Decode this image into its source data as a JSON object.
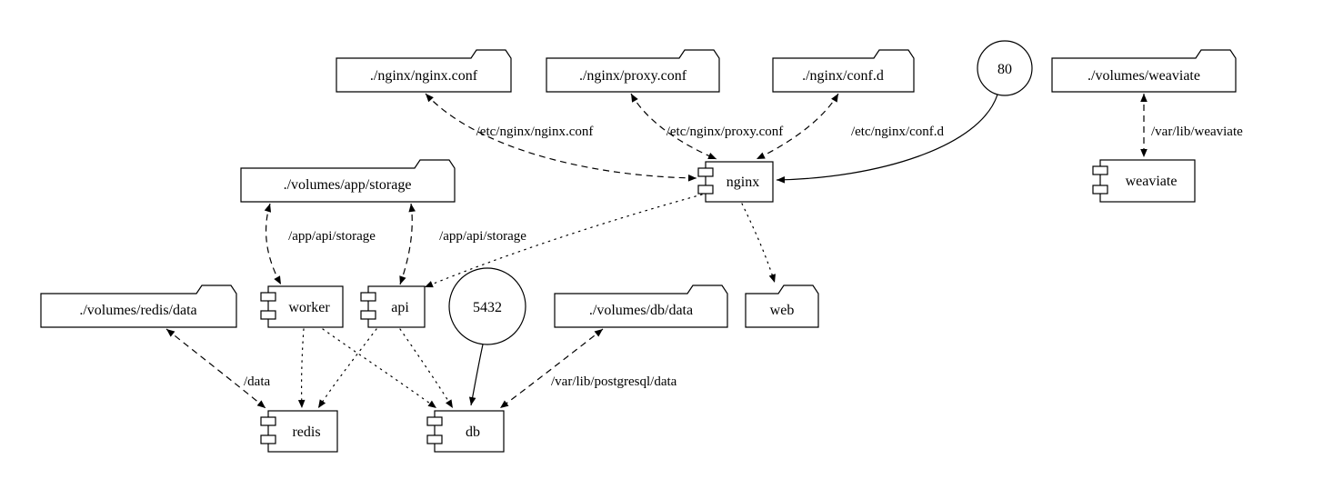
{
  "colors": {
    "stroke": "#000000",
    "background": "#ffffff"
  },
  "diagram": {
    "folders": [
      {
        "id": "nginx-conf",
        "label": "./nginx/nginx.conf"
      },
      {
        "id": "proxy-conf",
        "label": "./nginx/proxy.conf"
      },
      {
        "id": "conf-d",
        "label": "./nginx/conf.d"
      },
      {
        "id": "volumes-weaviate",
        "label": "./volumes/weaviate"
      },
      {
        "id": "volumes-app-storage",
        "label": "./volumes/app/storage"
      },
      {
        "id": "volumes-redis-data",
        "label": "./volumes/redis/data"
      },
      {
        "id": "volumes-db-data",
        "label": "./volumes/db/data"
      },
      {
        "id": "web",
        "label": "web"
      }
    ],
    "components": [
      {
        "id": "nginx",
        "label": "nginx"
      },
      {
        "id": "weaviate",
        "label": "weaviate"
      },
      {
        "id": "worker",
        "label": "worker"
      },
      {
        "id": "api",
        "label": "api"
      },
      {
        "id": "redis",
        "label": "redis"
      },
      {
        "id": "db",
        "label": "db"
      }
    ],
    "ports": [
      {
        "id": "port-80",
        "label": "80"
      },
      {
        "id": "port-5432",
        "label": "5432"
      }
    ],
    "edge_labels": [
      {
        "id": "mount-nginx-conf",
        "label": "/etc/nginx/nginx.conf"
      },
      {
        "id": "mount-proxy-conf",
        "label": "/etc/nginx/proxy.conf"
      },
      {
        "id": "mount-conf-d",
        "label": "/etc/nginx/conf.d"
      },
      {
        "id": "mount-weaviate",
        "label": "/var/lib/weaviate"
      },
      {
        "id": "mount-worker-storage",
        "label": "/app/api/storage"
      },
      {
        "id": "mount-api-storage",
        "label": "/app/api/storage"
      },
      {
        "id": "mount-redis-data",
        "label": "/data"
      },
      {
        "id": "mount-db-data",
        "label": "/var/lib/postgresql/data"
      }
    ]
  }
}
